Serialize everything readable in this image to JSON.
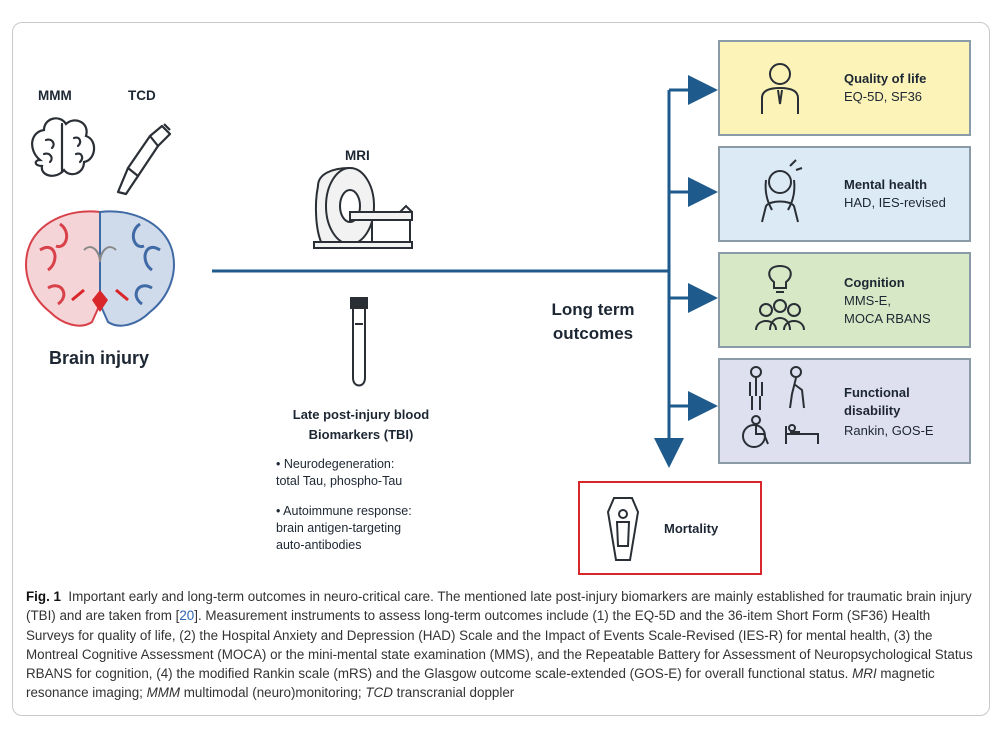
{
  "left": {
    "mmm_label": "MMM",
    "tcd_label": "TCD",
    "brain_injury_label": "Brain injury"
  },
  "middle": {
    "mri_label": "MRI",
    "biomarkers_title": "Late post-injury blood\nBiomarkers (TBI)",
    "bullets": [
      "• Neurodegeneration:\n  total Tau, phospho-Tau",
      "• Autoimmune response:\n  brain antigen-targeting\n  auto-antibodies"
    ],
    "long_term_label": "Long term\noutcomes"
  },
  "outcomes": [
    {
      "title": "Quality of life",
      "sub": "EQ-5D, SF36",
      "fill": "#fbf3b8",
      "icon": "person-tie-icon"
    },
    {
      "title": "Mental health",
      "sub": "HAD, IES-revised",
      "fill": "#dceaf5",
      "icon": "stressed-person-icon"
    },
    {
      "title": "Cognition",
      "sub": "MMS-E,\nMOCA RBANS",
      "fill": "#d7e8c6",
      "icon": "lightbulb-group-icon"
    },
    {
      "title": "Functional\ndisability",
      "sub": "Rankin, GOS-E",
      "fill": "#dfe0ef",
      "icon": "disability-icons"
    }
  ],
  "mortality": {
    "label": "Mortality",
    "border": "#d9262b",
    "icon": "coffin-icon"
  },
  "colors": {
    "arrow": "#1f5a8c",
    "brain_red": "#d9414a",
    "brain_blue": "#3f6aa6"
  },
  "caption": {
    "fig_label": "Fig. 1",
    "text_part1": "Important early and long-term outcomes in neuro-critical care. The mentioned late post-injury biomarkers are mainly established for traumatic brain injury (TBI) and are taken from [",
    "ref": "20",
    "text_part2": "]. Measurement instruments to assess long-term outcomes include (1) the EQ-5D and the 36-item Short Form (SF36) Health Surveys for quality of life, (2) the Hospital Anxiety and Depression (HAD) Scale and the Impact of Events Scale-Revised (IES-R) for mental health, (3) the Montreal Cognitive Assessment (MOCA) or the mini-mental state examination (MMS), and the Repeatable Battery for Assessment of Neuropsychological Status RBANS for cognition, (4) the modified Rankin scale (mRS) and the Glasgow outcome scale-extended (GOS-E) for overall functional status. ",
    "abbr_mri": "MRI",
    "abbr_mri_def": " magnetic resonance imaging; ",
    "abbr_mmm": "MMM",
    "abbr_mmm_def": " multimodal (neuro)monitoring; ",
    "abbr_tcd": "TCD",
    "abbr_tcd_def": " transcranial doppler"
  }
}
